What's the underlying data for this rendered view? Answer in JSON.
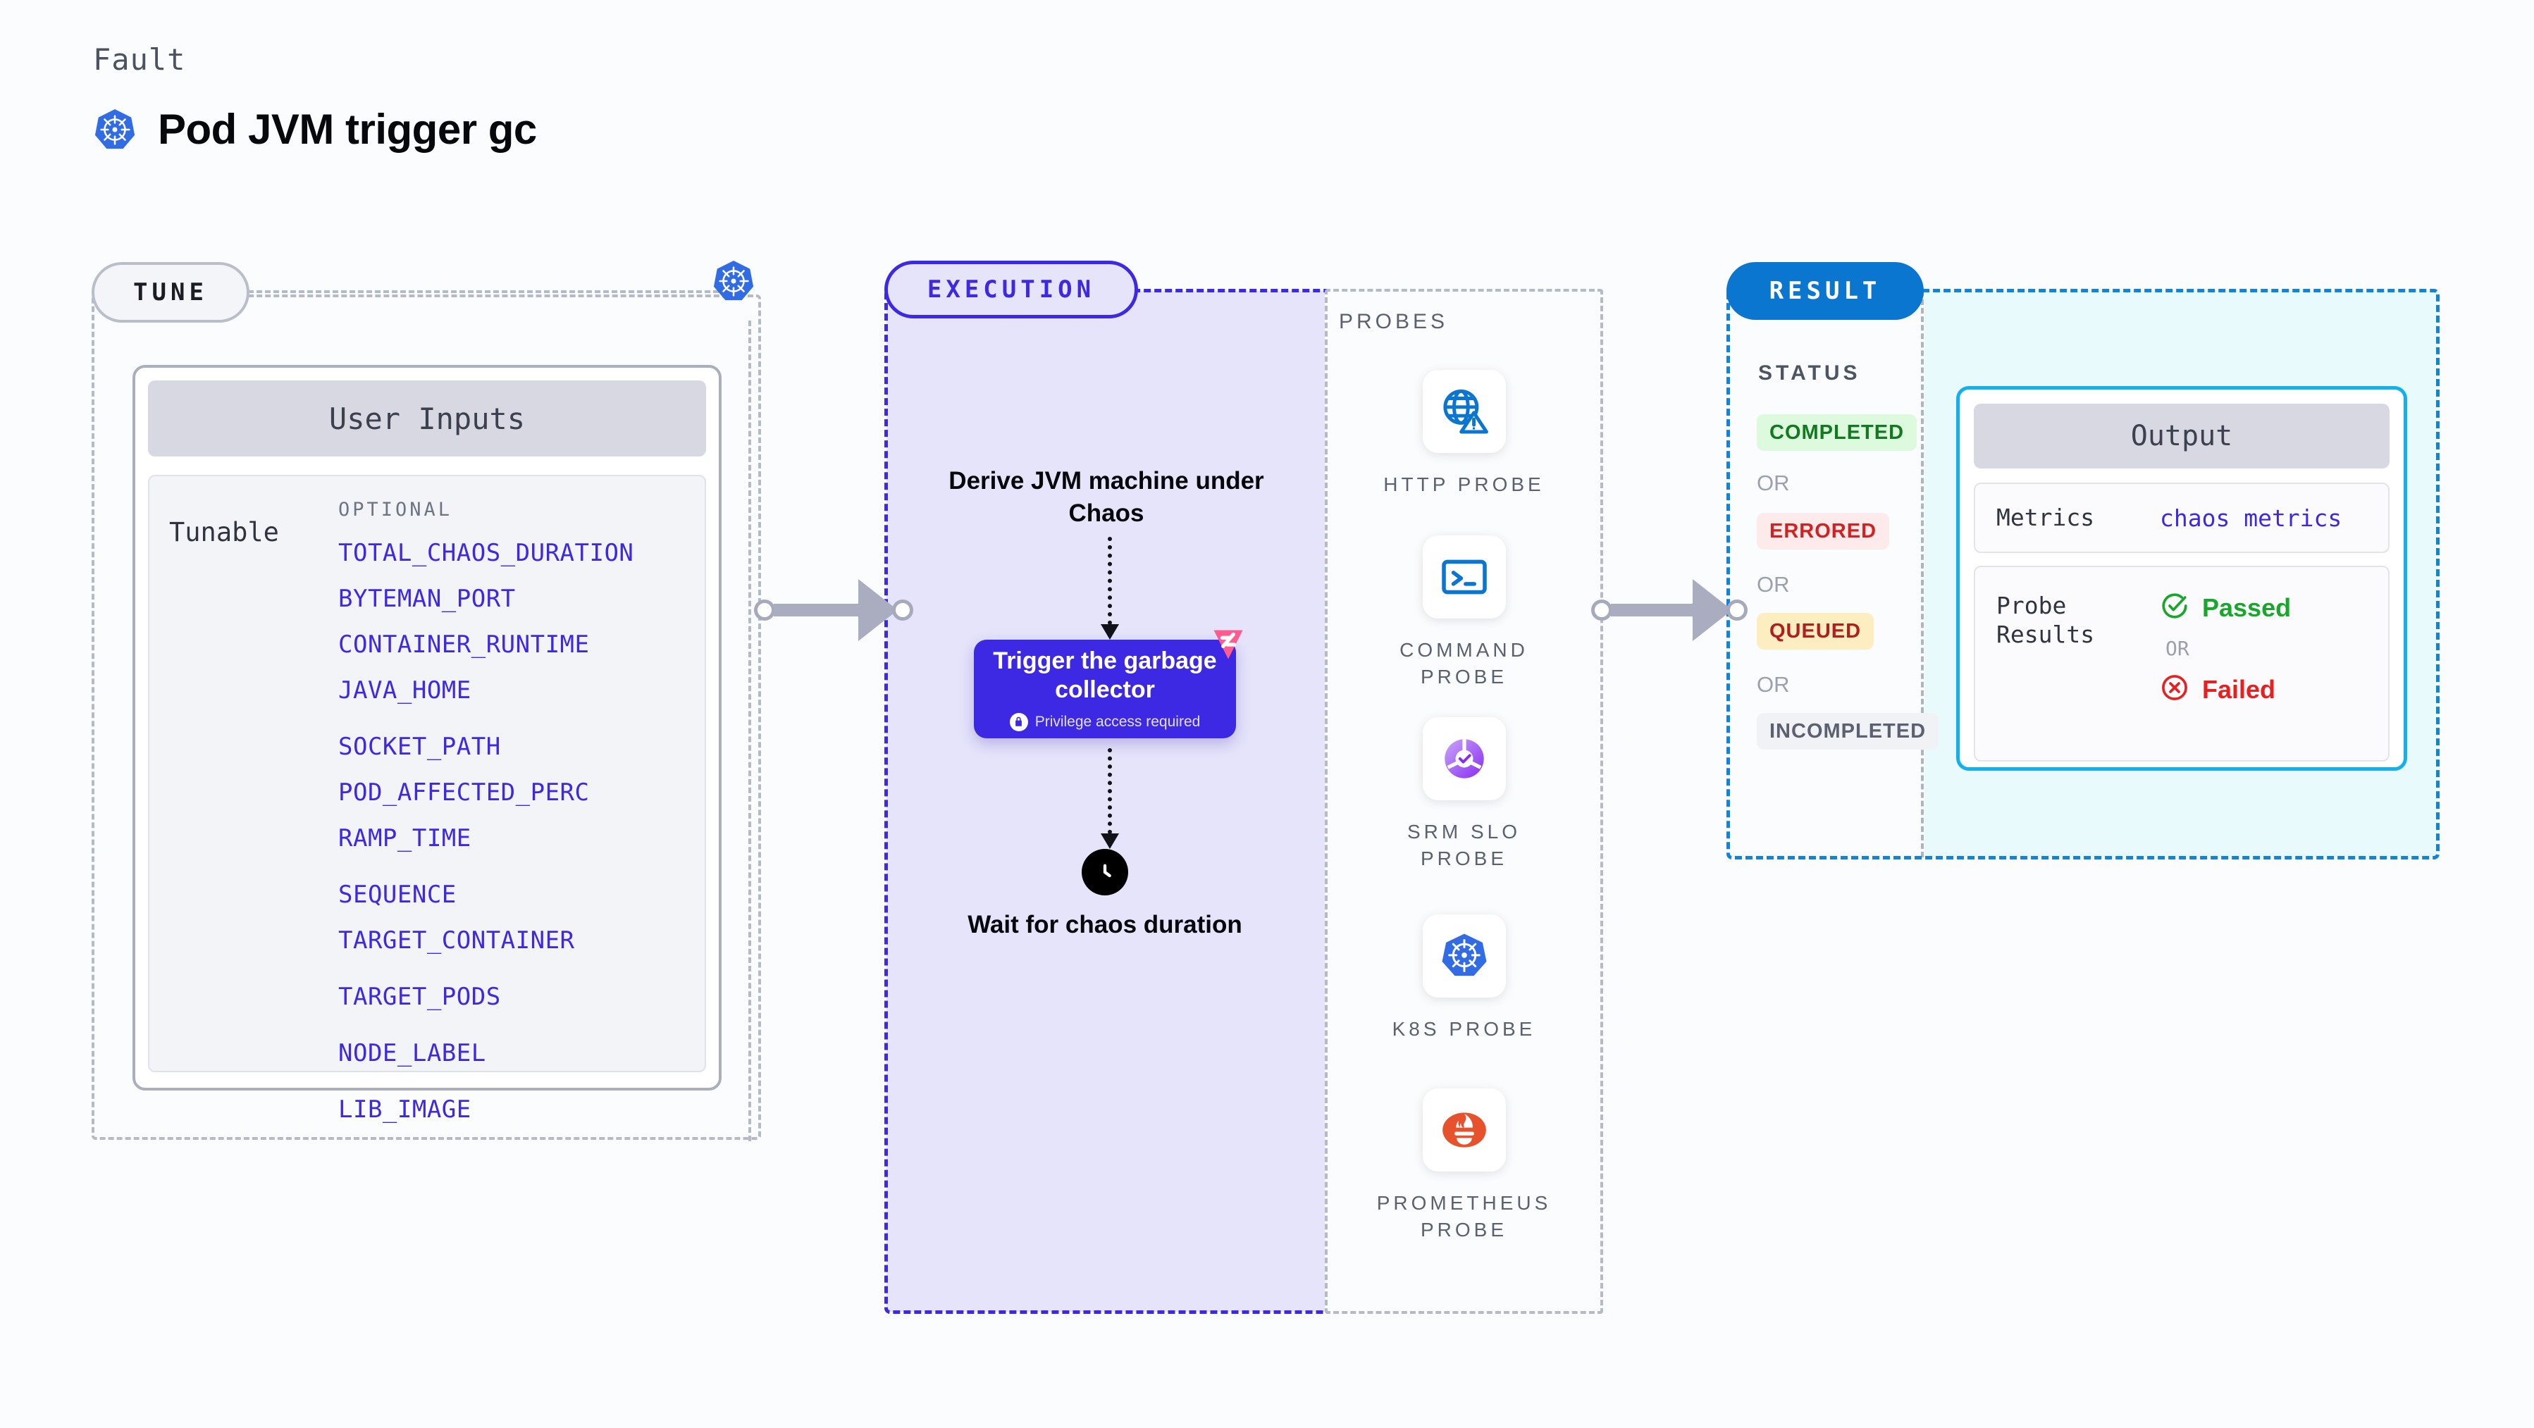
{
  "header": {
    "kicker": "Fault",
    "title": "Pod JVM trigger gc",
    "logo_icon": "kubernetes-icon"
  },
  "tune": {
    "pill_label": "TUNE",
    "k8s_icon": "kubernetes-icon",
    "card": {
      "header": "User Inputs",
      "group_label": "Tunable",
      "optional_label": "OPTIONAL",
      "tunables": [
        "TOTAL_CHAOS_DURATION",
        "BYTEMAN_PORT",
        "CONTAINER_RUNTIME",
        "JAVA_HOME",
        "SOCKET_PATH",
        "POD_AFFECTED_PERC",
        "RAMP_TIME",
        "SEQUENCE",
        "TARGET_CONTAINER",
        "TARGET_PODS",
        "NODE_LABEL",
        "LIB_IMAGE"
      ]
    }
  },
  "execution": {
    "pill_label": "EXECUTION",
    "step_one": "Derive JVM machine under Chaos",
    "action_card": {
      "title": "Trigger the garbage collector",
      "note": "Privilege access required",
      "lock_icon": "lock-icon",
      "corner_badge_icon": "harness-logo-icon"
    },
    "wait_icon": "clock-icon",
    "step_two": "Wait for chaos duration"
  },
  "probes": {
    "title": "PROBES",
    "items": [
      {
        "label": "HTTP PROBE",
        "icon": "globe-warning-icon"
      },
      {
        "label": "COMMAND PROBE",
        "icon": "terminal-icon"
      },
      {
        "label": "SRM SLO PROBE",
        "icon": "srm-slo-icon"
      },
      {
        "label": "K8S PROBE",
        "icon": "kubernetes-icon"
      },
      {
        "label": "PROMETHEUS PROBE",
        "icon": "prometheus-icon"
      }
    ]
  },
  "result": {
    "pill_label": "RESULT",
    "status_title": "STATUS",
    "or_label": "OR",
    "statuses": [
      {
        "label": "COMPLETED",
        "bg": "#defade",
        "fg": "#117a1e"
      },
      {
        "label": "ERRORED",
        "bg": "#fdeaea",
        "fg": "#cf2222"
      },
      {
        "label": "QUEUED",
        "bg": "#fdeec2",
        "fg": "#ae2020"
      },
      {
        "label": "INCOMPLETED",
        "bg": "#f1f2f6",
        "fg": "#5b6170"
      }
    ],
    "output": {
      "header": "Output",
      "metrics_key": "Metrics",
      "metrics_value": "chaos metrics",
      "probe_results_key": "Probe Results",
      "passed_label": "Passed",
      "passed_icon": "check-circle-icon",
      "or_label": "OR",
      "failed_label": "Failed",
      "failed_icon": "x-circle-icon"
    }
  },
  "colors": {
    "indigo": "#3d29e3",
    "blue": "#0b76cf",
    "cyan": "#12b0ef",
    "k8s_blue": "#326ce5",
    "pink": "#ff6b9d",
    "grey_dash": "#b4bac6"
  }
}
